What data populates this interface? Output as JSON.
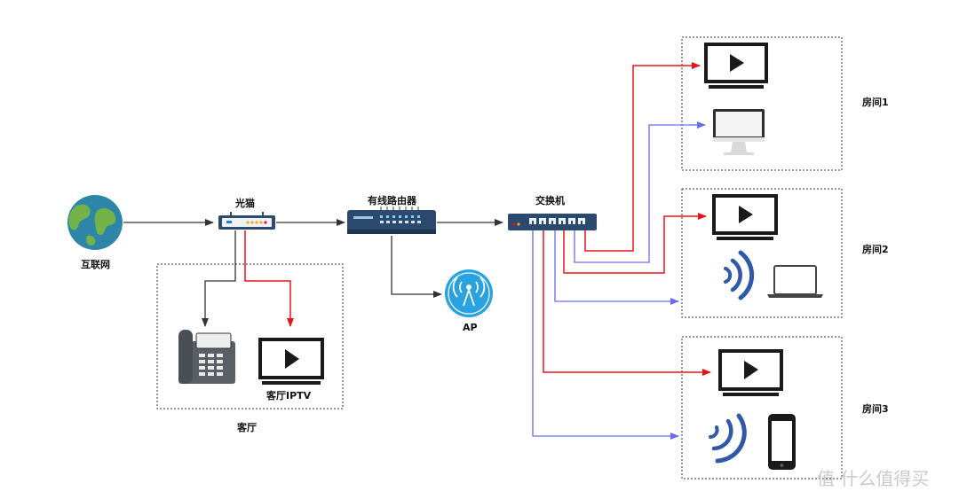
{
  "labels": {
    "internet": "互联网",
    "modem": "光猫",
    "router": "有线路由器",
    "switch": "交换机",
    "ap": "AP",
    "living_room_iptv": "客厅IPTV",
    "living_room": "客厅",
    "room1": "房间1",
    "room2": "房间2",
    "room3": "房间3"
  },
  "watermark": "值 什么值得买",
  "colors": {
    "data_link": "#333333",
    "iptv_link": "#e8141b",
    "lan_link": "#6a6af0",
    "device_dark": "#1a1a1a",
    "router_blue": "#2c4a6e",
    "wifi_blue": "#2f58a8",
    "ap_blue": "#29a3e0"
  },
  "icons": [
    "globe-icon",
    "modem-icon",
    "router-icon",
    "switch-icon",
    "ap-icon",
    "phone-icon",
    "tv-icon",
    "monitor-icon",
    "wifi-icon",
    "laptop-icon",
    "smartphone-icon"
  ]
}
